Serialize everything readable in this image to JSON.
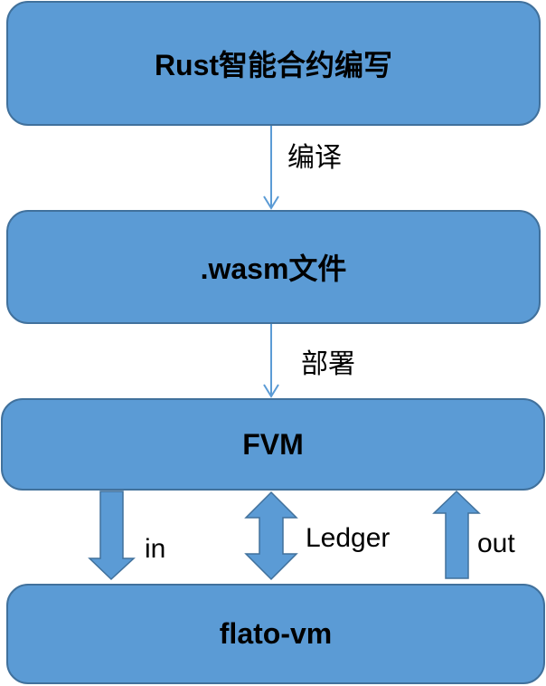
{
  "diagram": {
    "title": "Rust smart contract deployment flow",
    "colors": {
      "box_fill": "#5B9BD5",
      "box_border": "#41719C",
      "connector": "#5B9BD5"
    },
    "nodes": [
      {
        "id": "rust",
        "label": "Rust智能合约编写"
      },
      {
        "id": "wasm",
        "label": ".wasm文件"
      },
      {
        "id": "fvm",
        "label": "FVM"
      },
      {
        "id": "flato",
        "label": "flato-vm"
      }
    ],
    "edges": [
      {
        "from": "rust",
        "to": "wasm",
        "label": "编译",
        "style": "thin-arrow"
      },
      {
        "from": "wasm",
        "to": "fvm",
        "label": "部署",
        "style": "thin-arrow"
      },
      {
        "from": "fvm",
        "to": "flato",
        "label": "in",
        "style": "block-arrow-down"
      },
      {
        "from": "fvm",
        "to": "flato",
        "label": "Ledger",
        "style": "block-arrow-bidirectional"
      },
      {
        "from": "flato",
        "to": "fvm",
        "label": "out",
        "style": "block-arrow-up"
      }
    ]
  }
}
